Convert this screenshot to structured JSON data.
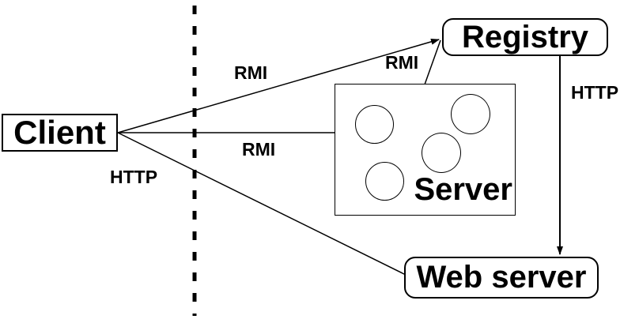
{
  "canvas": {
    "background": "#ffffff",
    "line_color": "#000000"
  },
  "nodes": {
    "client": {
      "label": "Client"
    },
    "registry": {
      "label": "Registry"
    },
    "server": {
      "label": "Server"
    },
    "web_server": {
      "label": "Web server"
    }
  },
  "edges": {
    "client_to_registry": {
      "label": "RMI"
    },
    "server_to_registry": {
      "label": "RMI"
    },
    "client_to_server": {
      "label": "RMI"
    },
    "client_to_web_server": {
      "label": "HTTP"
    },
    "registry_to_web_server": {
      "label": "HTTP"
    }
  },
  "server_objects_count": 4
}
